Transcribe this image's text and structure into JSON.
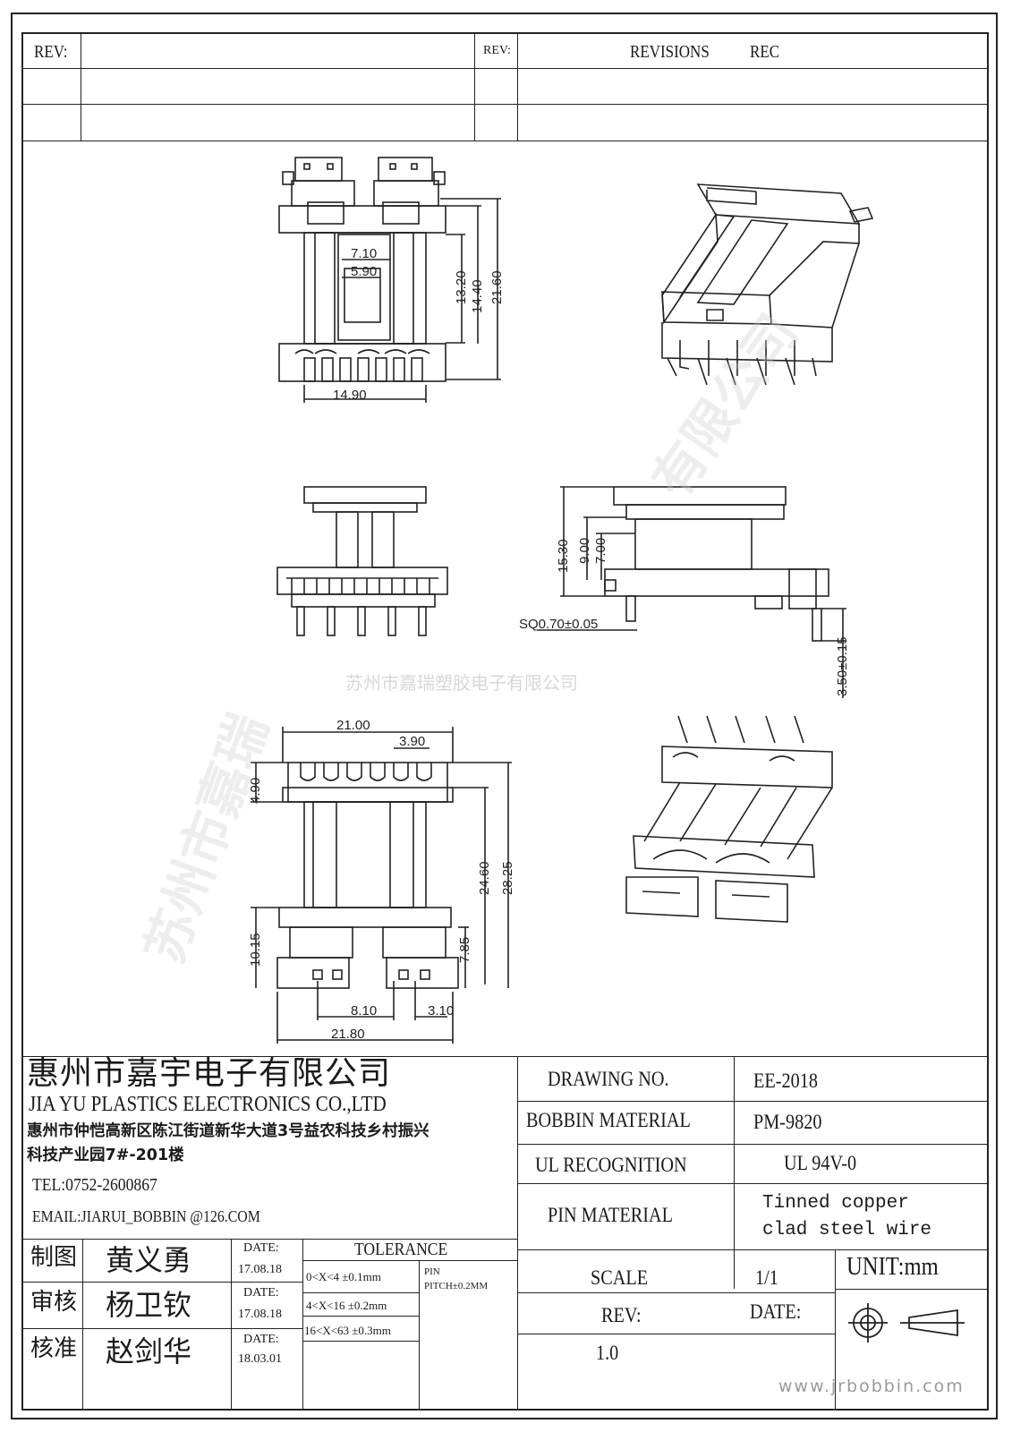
{
  "revision_table": {
    "left_label": "REV:",
    "mid_label": "REV:",
    "revisions_label": "REVISIONS",
    "rec_label": "REC"
  },
  "drawing": {
    "dims_front": [
      "7.10",
      "5.90",
      "13.20",
      "14.40",
      "21.60",
      "14.90"
    ],
    "dims_side": [
      "15.30",
      "9.00",
      "7.00",
      "SQ0.70±0.05",
      "3.50±0.15"
    ],
    "dims_bottom": [
      "21.00",
      "3.90",
      "4.90",
      "24.60",
      "28.25",
      "10.15",
      "7.85",
      "8.10",
      "3.10",
      "21.80"
    ],
    "watermark": "苏州市嘉瑞塑胶电子有限公司",
    "site": "www.jrbobbin.com"
  },
  "company": {
    "name_cn": "惠州市嘉宇电子有限公司",
    "name_en": "JIA YU PLASTICS ELECTRONICS CO.,LTD",
    "address_line1": "惠州市仲恺高新区陈江街道新华大道3号益农科技乡村振兴",
    "address_line2": "科技产业园7#-201楼",
    "tel": "TEL:0752-2600867",
    "email": "EMAIL:JIARUI_BOBBIN @126.COM"
  },
  "approvals": [
    {
      "role": "制图",
      "person": "黄义勇",
      "date_label": "DATE:",
      "date": "17.08.18"
    },
    {
      "role": "审核",
      "person": "杨卫钦",
      "date_label": "DATE:",
      "date": "17.08.18"
    },
    {
      "role": "核准",
      "person": "赵剑华",
      "date_label": "DATE:",
      "date": "18.03.01"
    }
  ],
  "tolerance": {
    "title": "TOLERANCE",
    "rows": [
      "0<X<4 ±0.1mm",
      "4<X<16 ±0.2mm",
      "16<X<63 ±0.3mm"
    ],
    "pin_label": "PIN",
    "pin_pitch": "PITCH±0.2MM"
  },
  "specs": {
    "drawing_no_label": "DRAWING  NO.",
    "drawing_no": "EE-2018",
    "bobbin_material_label": "BOBBIN  MATERIAL",
    "bobbin_material": "PM-9820",
    "ul_label": "UL RECOGNITION",
    "ul_value": "UL 94V-0",
    "pin_material_label": "PIN MATERIAL",
    "pin_material_line1": "Tinned copper",
    "pin_material_line2": "clad steel wire",
    "scale_label": "SCALE",
    "scale_value": "1/1",
    "unit": "UNIT:mm",
    "rev_label": "REV:",
    "rev_value": "1.0",
    "date_label": "DATE:"
  }
}
